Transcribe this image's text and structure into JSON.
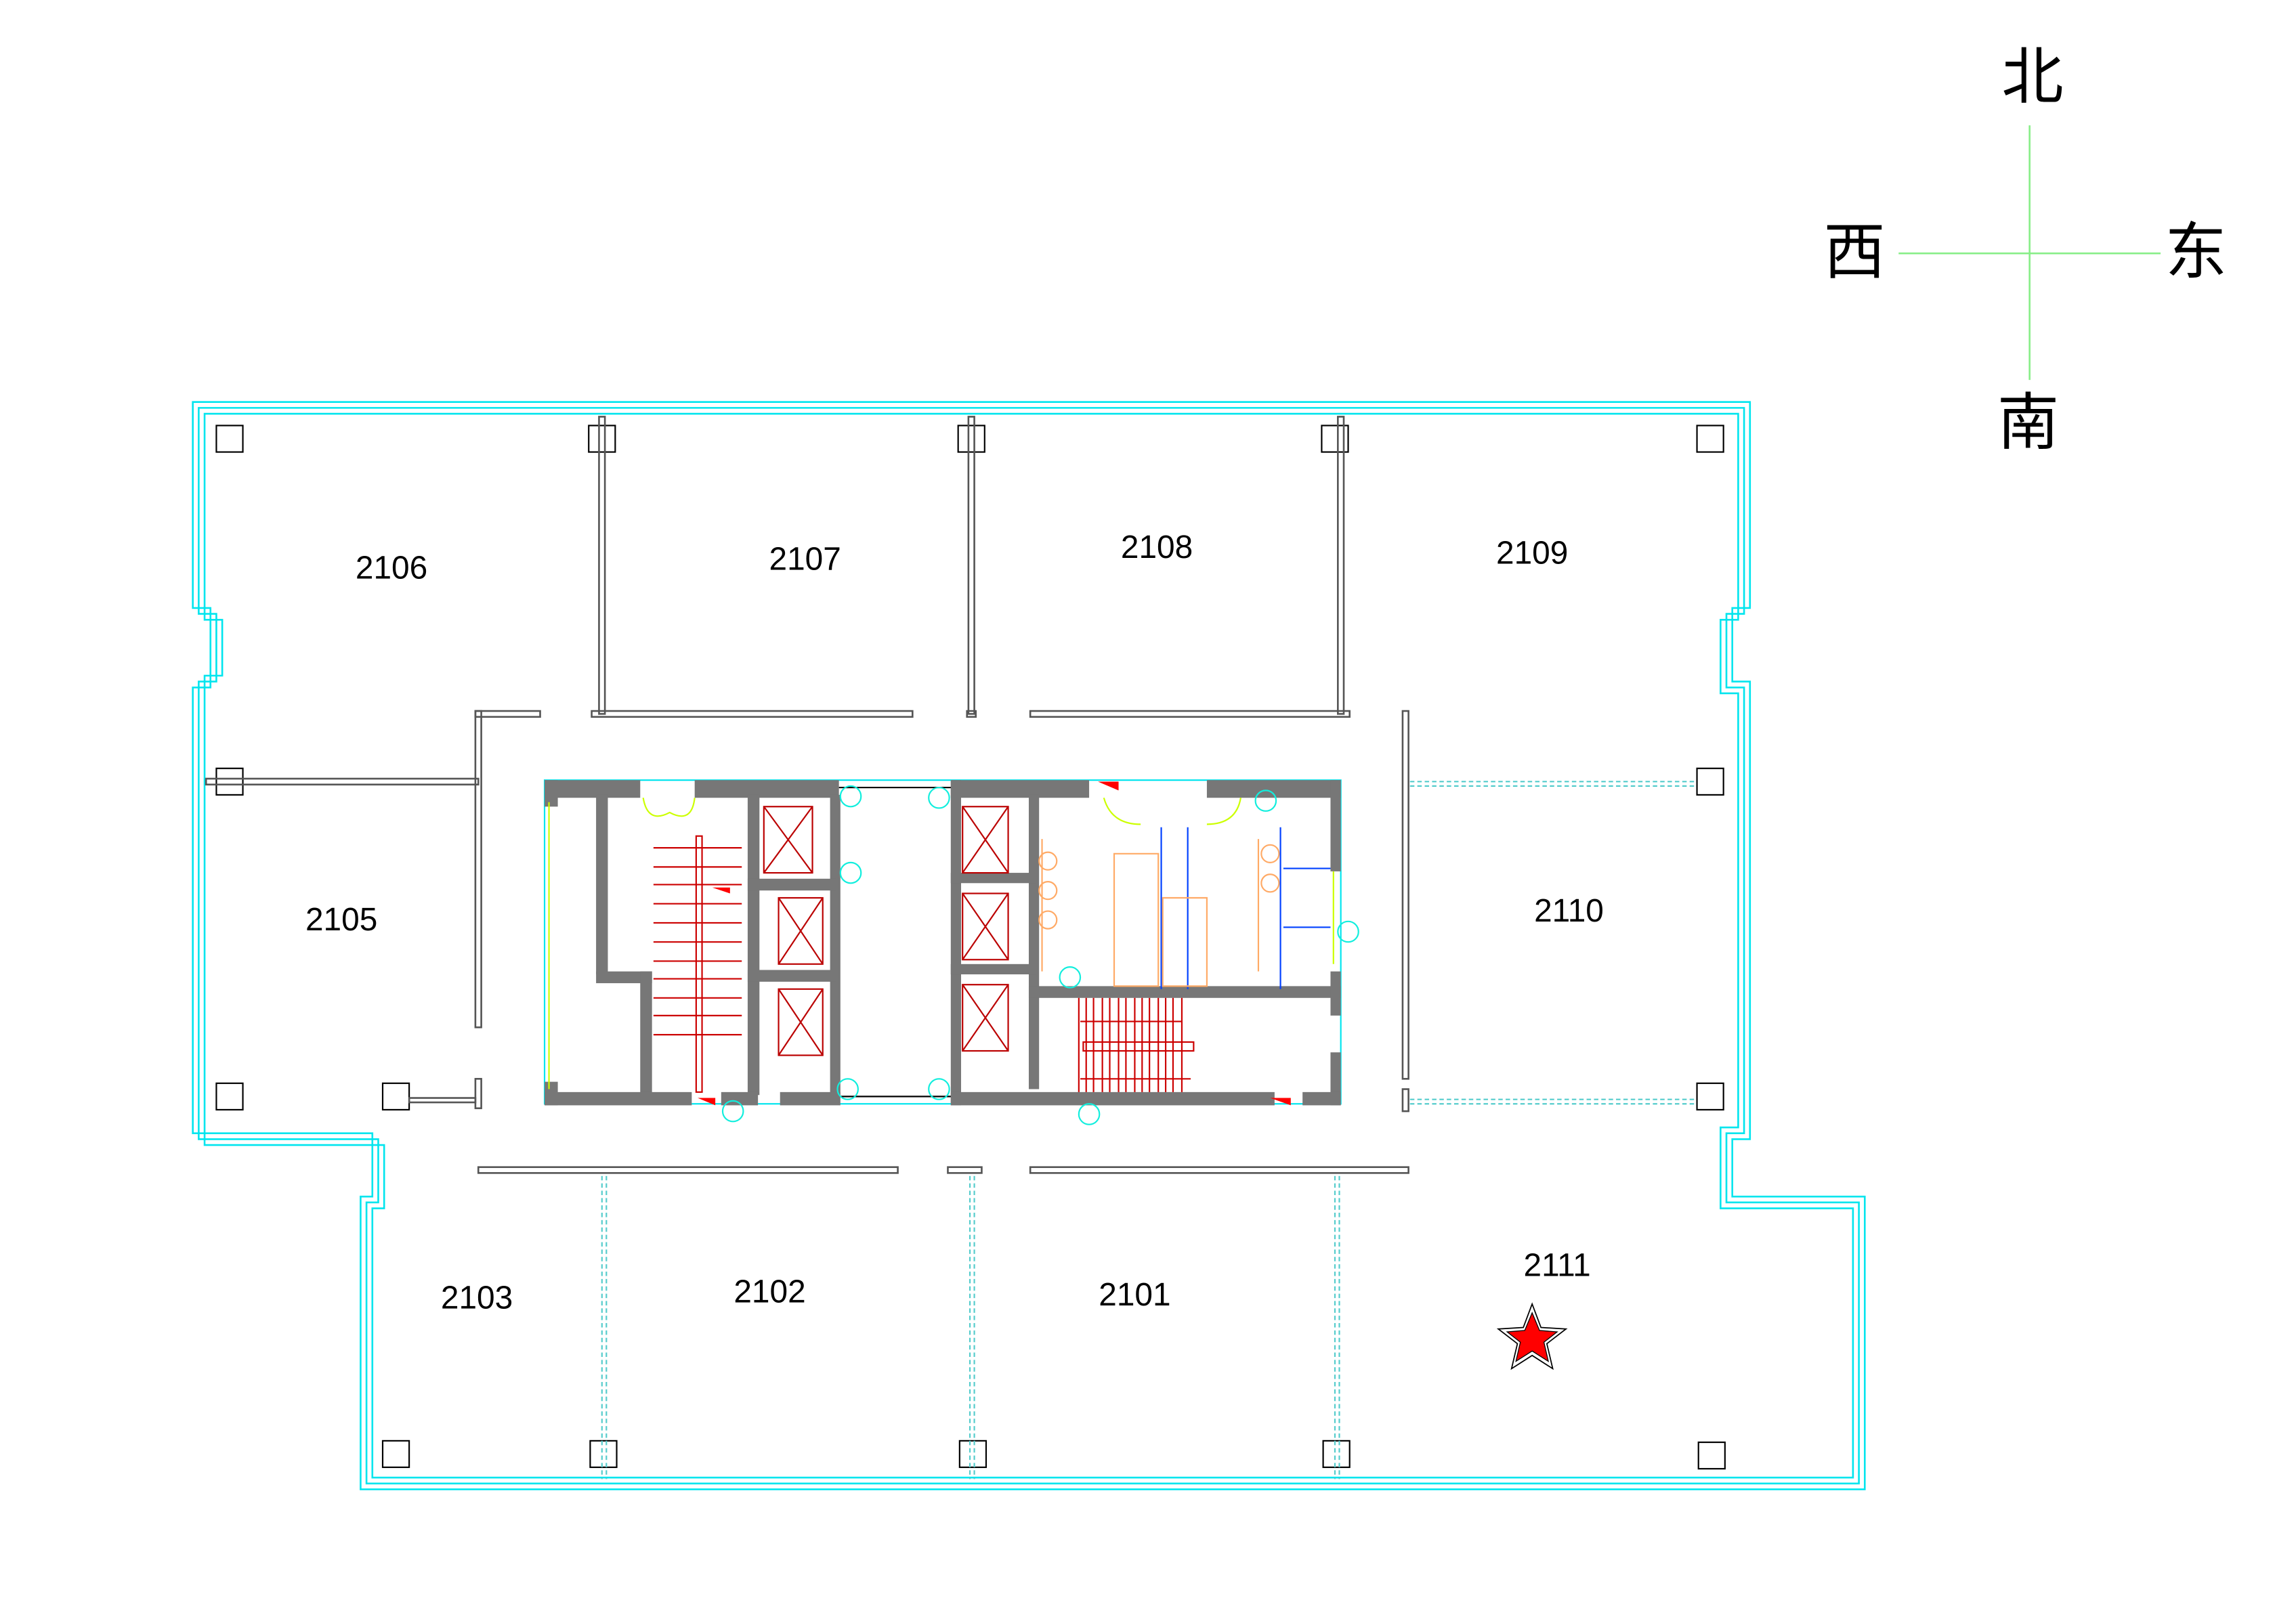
{
  "compass": {
    "north": "北",
    "south": "南",
    "east": "东",
    "west": "西"
  },
  "rooms": {
    "r2101": "2101",
    "r2102": "2102",
    "r2103": "2103",
    "r2105": "2105",
    "r2106": "2106",
    "r2107": "2107",
    "r2108": "2108",
    "r2109": "2109",
    "r2110": "2110",
    "r2111": "2111"
  },
  "marker": {
    "room": "2111",
    "icon": "star-icon",
    "color": "#ff0000"
  },
  "colors": {
    "outline": "#00e5ee",
    "core_wall": "#777777",
    "elevator": "#bb0000",
    "compass": "#88ee88"
  }
}
